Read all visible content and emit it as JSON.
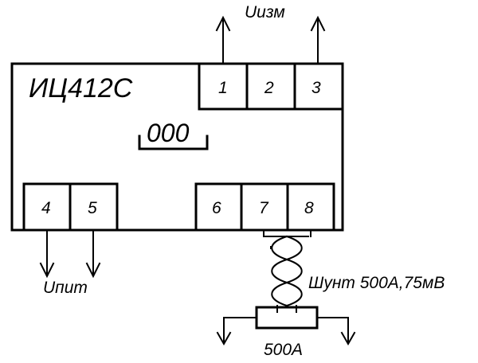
{
  "device": {
    "model": "ИЦ412С",
    "display": "000"
  },
  "terminals": {
    "t1": "1",
    "t2": "2",
    "t3": "3",
    "t4": "4",
    "t5": "5",
    "t6": "6",
    "t7": "7",
    "t8": "8"
  },
  "labels": {
    "output_voltage": "Uизм",
    "supply_voltage": "Uпит",
    "shunt": "Шунт 500А,75мВ",
    "current": "500А"
  }
}
